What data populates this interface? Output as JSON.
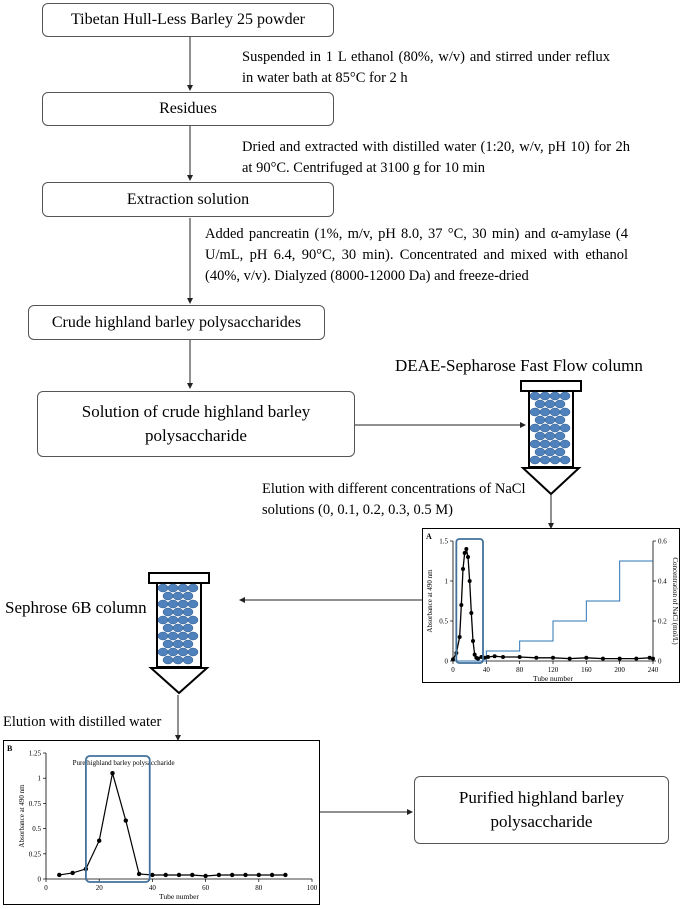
{
  "steps": {
    "powder": "Tibetan Hull-Less Barley 25 powder",
    "residues": "Residues",
    "extraction": "Extraction solution",
    "crude": "Crude highland barley polysaccharides",
    "solution": "Solution of crude highland barley polysaccharide",
    "purified": "Purified highland barley polysaccharide"
  },
  "notes": {
    "n1": "Suspended in 1 L ethanol (80%, w/v) and stirred under reflux in water bath at 85°C for 2 h",
    "n2": "Dried and extracted with distilled water (1:20, w/v, pH 10) for 2h at 90°C. Centrifuged at 3100 g for 10 min",
    "n3": "Added pancreatin (1%, m/v, pH 8.0, 37 °C, 30 min) and α-amylase (4 U/mL, pH 6.4, 90°C, 30 min). Concentrated and mixed with ethanol (40%, v/v). Dialyzed (8000-12000 Da) and freeze-dried",
    "deae_title": "DEAE-Sepharose Fast Flow column",
    "elution_nacl": "Elution with different concentrations of NaCl solutions (0, 0.1, 0.2, 0.3, 0.5 M)",
    "sephrose_title": "Sephrose 6B column",
    "elution_water": "Elution with distilled water"
  },
  "colors": {
    "bead": "#4f81bd",
    "line_blue": "#2e75b6",
    "highlight": "#41719c"
  },
  "chart_data": [
    {
      "type": "line",
      "panel": "A",
      "xlabel": "Tube number",
      "ylabel": "Absorbance at 490 nm",
      "y2label": "Concentration of NaCl (mol/L)",
      "xlim": [
        0,
        240
      ],
      "ylim": [
        0,
        1.5
      ],
      "y2lim": [
        0,
        0.6
      ],
      "xticks": [
        "0",
        "40",
        "80",
        "120",
        "160",
        "200",
        "240"
      ],
      "yticks": [
        "0",
        "0.5",
        "1",
        "1.5"
      ],
      "y2ticks": [
        "0",
        "0.2",
        "0.4",
        "0.6"
      ],
      "series": [
        {
          "x": [
            0,
            4,
            8,
            10,
            12,
            14,
            16,
            18,
            20,
            22,
            24,
            26,
            28,
            30,
            34,
            38,
            42,
            50,
            60,
            80,
            100,
            120,
            140,
            160,
            180,
            200,
            220,
            236,
            240
          ],
          "y": [
            0.02,
            0.1,
            0.3,
            0.7,
            1.15,
            1.35,
            1.4,
            1.3,
            1.0,
            0.6,
            0.25,
            0.08,
            0.04,
            0.03,
            0.05,
            0.04,
            0.05,
            0.06,
            0.05,
            0.05,
            0.04,
            0.04,
            0.03,
            0.04,
            0.03,
            0.03,
            0.03,
            0.04,
            0.03
          ]
        },
        {
          "x": [
            0,
            40,
            40,
            80,
            80,
            120,
            120,
            160,
            160,
            200,
            200,
            240
          ],
          "y": [
            0,
            0,
            0.05,
            0.05,
            0.1,
            0.1,
            0.2,
            0.2,
            0.3,
            0.3,
            0.5,
            0.5
          ]
        }
      ]
    },
    {
      "type": "line",
      "panel": "B",
      "title": "Pure highland barley polysaccharide",
      "xlabel": "Tube number",
      "ylabel": "Absorbance at 490 nm",
      "xlim": [
        0,
        100
      ],
      "ylim": [
        0,
        1.25
      ],
      "xticks": [
        "0",
        "20",
        "40",
        "60",
        "80",
        "100"
      ],
      "yticks": [
        "0",
        "0.25",
        "0.5",
        "0.75",
        "1",
        "1.25"
      ],
      "series": [
        {
          "x": [
            5,
            10,
            15,
            20,
            25,
            30,
            35,
            40,
            45,
            50,
            55,
            60,
            65,
            70,
            75,
            80,
            85,
            90
          ],
          "y": [
            0.04,
            0.06,
            0.1,
            0.38,
            1.05,
            0.58,
            0.05,
            0.04,
            0.04,
            0.04,
            0.04,
            0.03,
            0.04,
            0.04,
            0.04,
            0.04,
            0.04,
            0.04
          ]
        }
      ]
    }
  ]
}
